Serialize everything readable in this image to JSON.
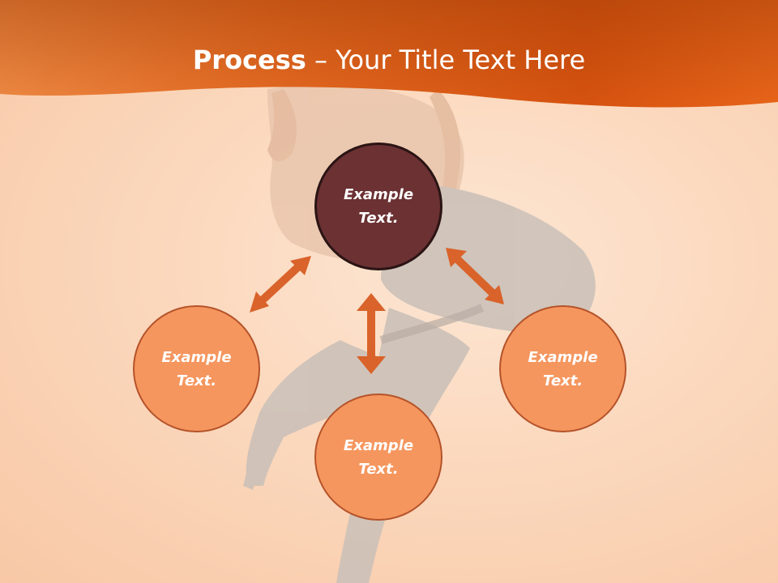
{
  "slide": {
    "title_bold": "Process",
    "title_rest": " – Your Title Text Here"
  },
  "diagram": {
    "center": {
      "label": "Example\nText."
    },
    "left": {
      "label": "Example\nText."
    },
    "bottom": {
      "label": "Example\nText."
    },
    "right": {
      "label": "Example\nText."
    }
  },
  "colors": {
    "header": "#e8651a",
    "center_node": "#6b3133",
    "outer_node": "#f5965e",
    "arrow": "#d9632a",
    "background": "#fbd8bd"
  }
}
